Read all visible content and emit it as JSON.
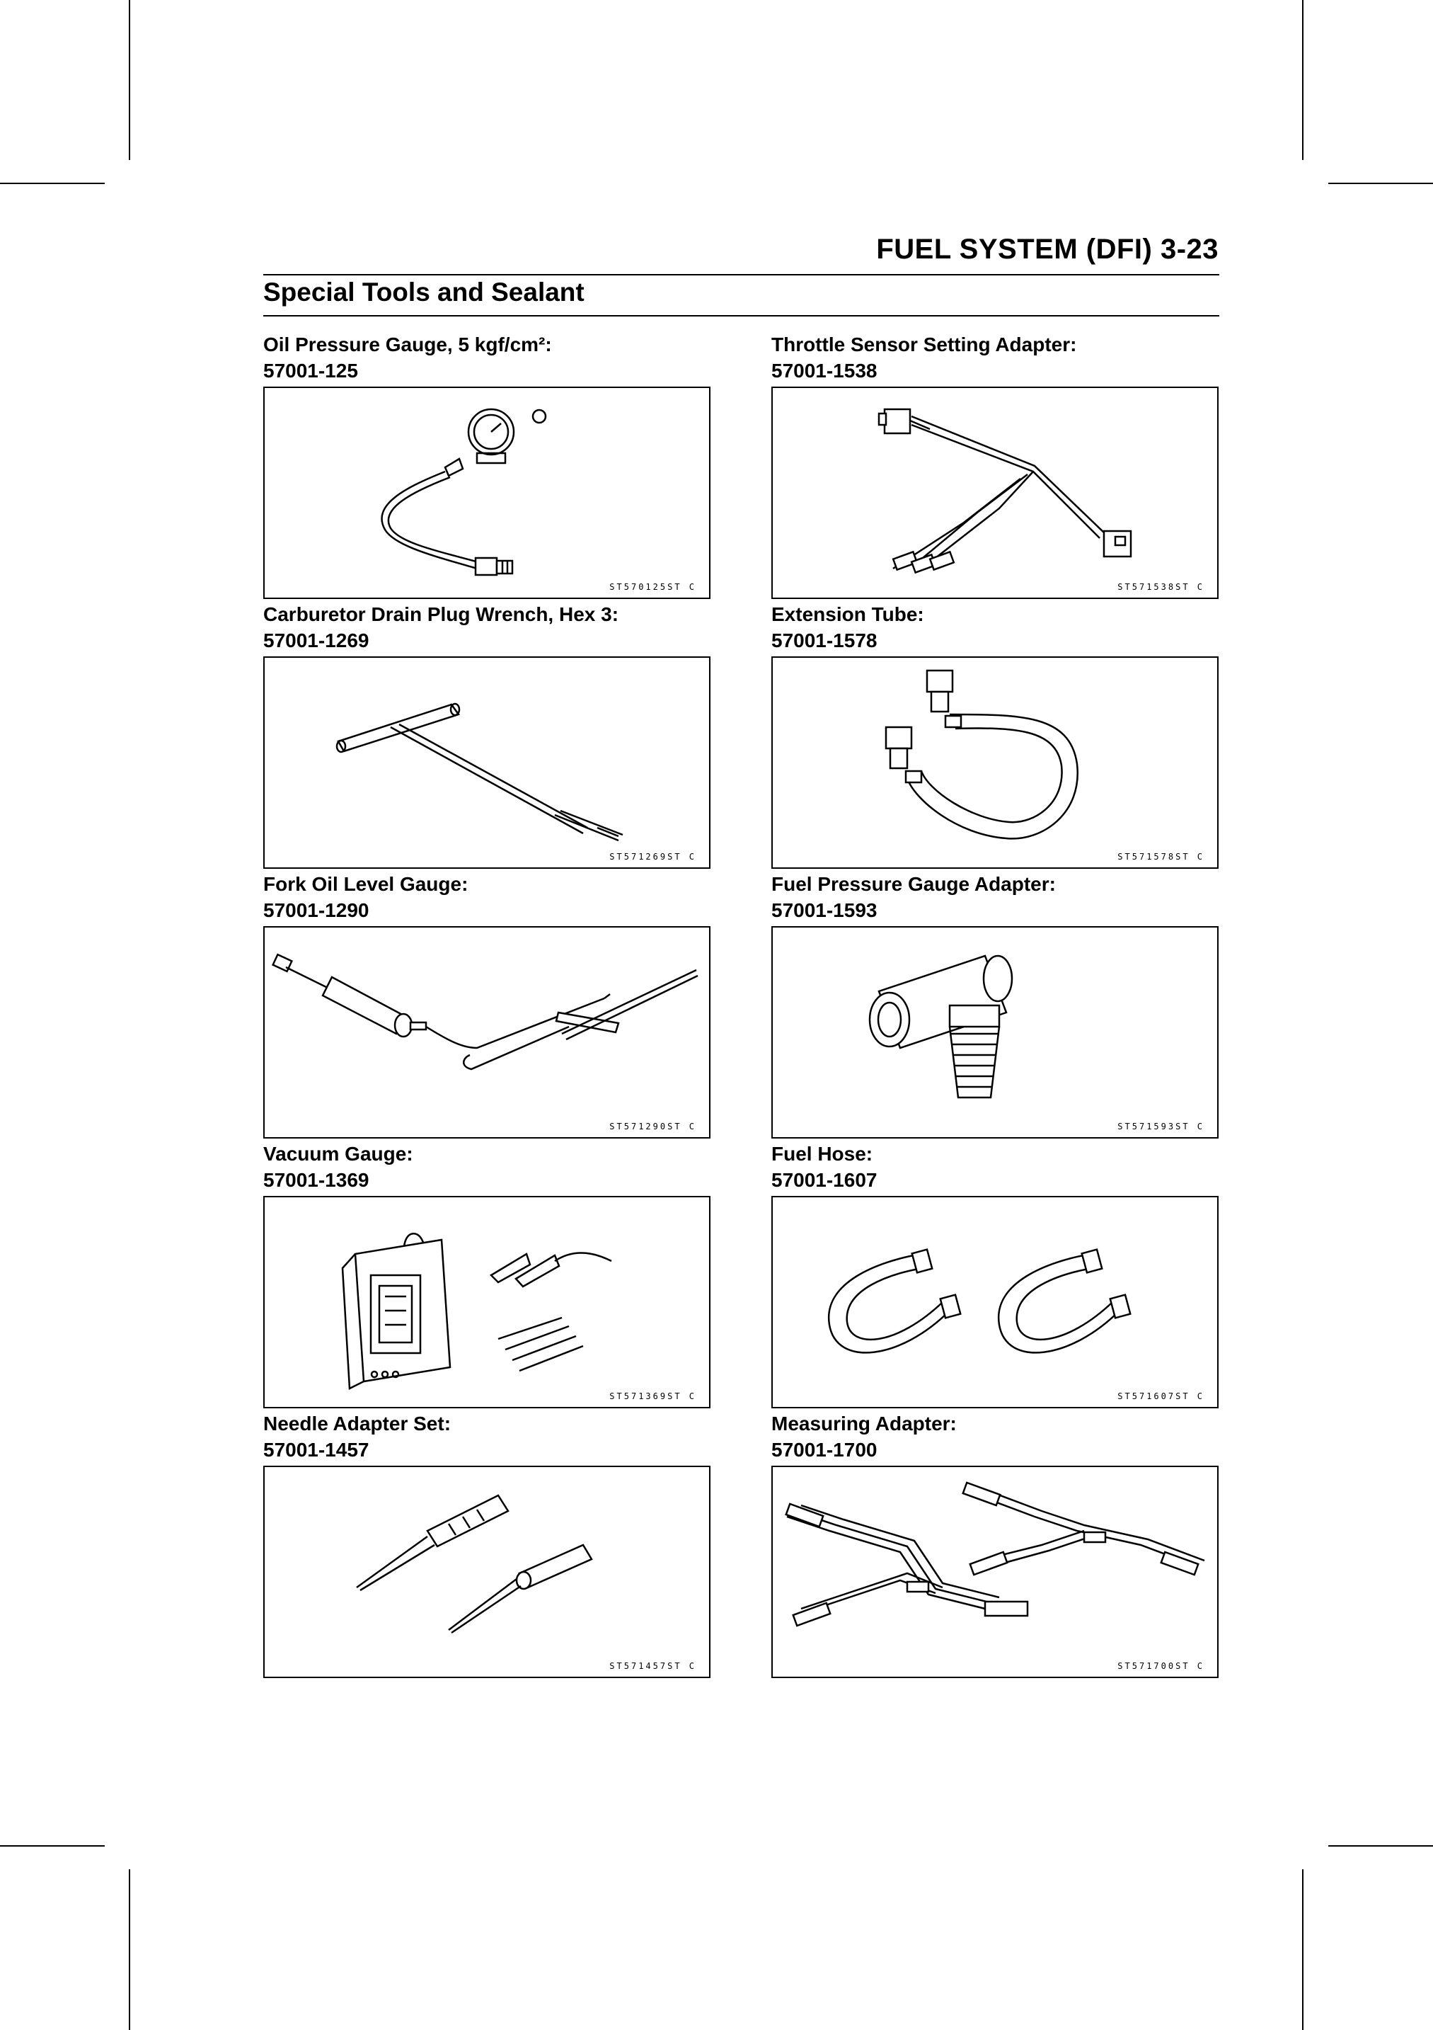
{
  "header": {
    "title": "FUEL SYSTEM (DFI) 3-23"
  },
  "section": {
    "title": "Special Tools and Sealant"
  },
  "tools": [
    {
      "name": "Oil Pressure Gauge, 5 kgf/cm²:",
      "part": "57001-125",
      "code": "ST570125ST C",
      "illustration": "oil-pressure-gauge"
    },
    {
      "name": "Throttle Sensor Setting Adapter:",
      "part": "57001-1538",
      "code": "ST571538ST C",
      "illustration": "throttle-sensor-adapter"
    },
    {
      "name": "Carburetor Drain Plug Wrench, Hex 3:",
      "part": "57001-1269",
      "code": "ST571269ST C",
      "illustration": "hex-wrench"
    },
    {
      "name": "Extension Tube:",
      "part": "57001-1578",
      "code": "ST571578ST C",
      "illustration": "extension-tube"
    },
    {
      "name": "Fork Oil Level Gauge:",
      "part": "57001-1290",
      "code": "ST571290ST C",
      "illustration": "fork-oil-level-gauge"
    },
    {
      "name": "Fuel Pressure Gauge Adapter:",
      "part": "57001-1593",
      "code": "ST571593ST C",
      "illustration": "fuel-pressure-adapter"
    },
    {
      "name": "Vacuum Gauge:",
      "part": "57001-1369",
      "code": "ST571369ST C",
      "illustration": "vacuum-gauge"
    },
    {
      "name": "Fuel Hose:",
      "part": "57001-1607",
      "code": "ST571607ST C",
      "illustration": "fuel-hose"
    },
    {
      "name": "Needle Adapter Set:",
      "part": "57001-1457",
      "code": "ST571457ST C",
      "illustration": "needle-adapter-set"
    },
    {
      "name": "Measuring Adapter:",
      "part": "57001-1700",
      "code": "ST571700ST C",
      "illustration": "measuring-adapter"
    }
  ]
}
